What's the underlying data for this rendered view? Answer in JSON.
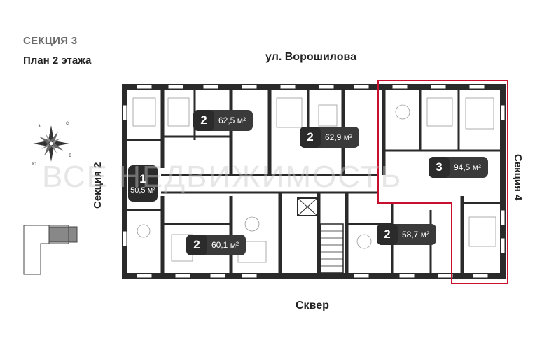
{
  "header": {
    "section_title": "СЕКЦИЯ 3",
    "floor_title": "План 2 этажа"
  },
  "orientation": {
    "street": "ул. Ворошилова",
    "square": "Сквер",
    "left_section": "Секция 2",
    "right_section": "Секция 4"
  },
  "compass": {
    "labels": [
      "з",
      "с",
      "ю",
      "в"
    ]
  },
  "watermark": "ВСЕ НЕДВИЖИМОСТЬ",
  "apartments": [
    {
      "id": "apt-1",
      "rooms": "1",
      "area": "50,5 м²"
    },
    {
      "id": "apt-2a",
      "rooms": "2",
      "area": "62,5 м²"
    },
    {
      "id": "apt-2b",
      "rooms": "2",
      "area": "62,9 м²"
    },
    {
      "id": "apt-3",
      "rooms": "3",
      "area": "94,5 м²",
      "highlighted": true
    },
    {
      "id": "apt-2c",
      "rooms": "2",
      "area": "60,1 м²"
    },
    {
      "id": "apt-2d",
      "rooms": "2",
      "area": "58,7 м²"
    }
  ],
  "colors": {
    "wall": "#2a2a2a",
    "highlight": "#c8102e",
    "badge": "#3a3a3a"
  }
}
